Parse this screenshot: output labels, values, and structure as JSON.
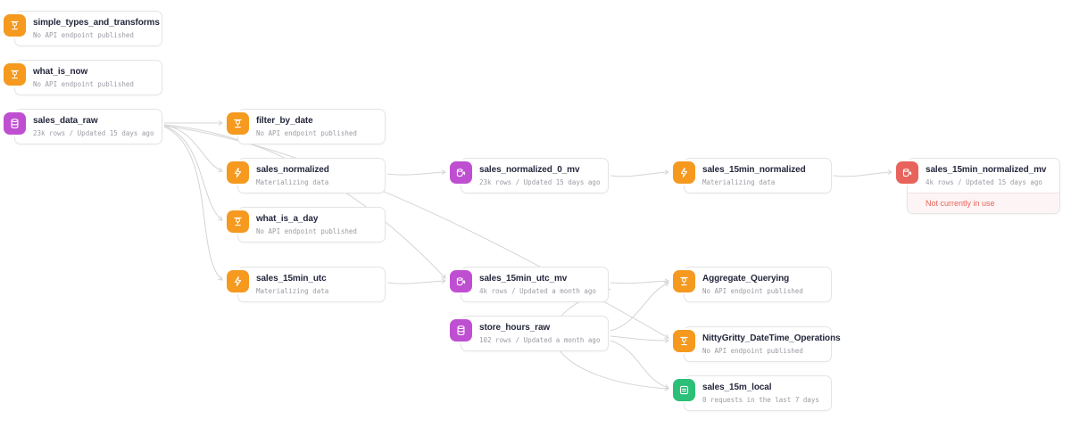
{
  "colors": {
    "pipe": "#f5991f",
    "datasource": "#bf4fd1",
    "materialized_view": "#bf4fd1",
    "materialized_view_unused": "#e7635b",
    "endpoint": "#2bbf77",
    "edge": "#d5d5d8",
    "warning_text": "#e7635b",
    "warning_bg": "#fdf5f5"
  },
  "nodes": {
    "simple_types_and_transforms": {
      "title": "simple_types_and_transforms",
      "meta": "No API endpoint published",
      "type": "pipe"
    },
    "what_is_now": {
      "title": "what_is_now",
      "meta": "No API endpoint published",
      "type": "pipe"
    },
    "sales_data_raw": {
      "title": "sales_data_raw",
      "meta": "23k rows / Updated 15 days ago",
      "type": "datasource"
    },
    "filter_by_date": {
      "title": "filter_by_date",
      "meta": "No API endpoint published",
      "type": "pipe"
    },
    "sales_normalized": {
      "title": "sales_normalized",
      "meta": "Materializing data",
      "type": "materializing-pipe"
    },
    "what_is_a_day": {
      "title": "what_is_a_day",
      "meta": "No API endpoint published",
      "type": "pipe"
    },
    "sales_15min_utc": {
      "title": "sales_15min_utc",
      "meta": "Materializing data",
      "type": "materializing-pipe"
    },
    "sales_normalized_0_mv": {
      "title": "sales_normalized_0_mv",
      "meta": "23k rows / Updated 15 days ago",
      "type": "materialized-view"
    },
    "sales_15min_utc_mv": {
      "title": "sales_15min_utc_mv",
      "meta": "4k rows / Updated a month ago",
      "type": "materialized-view"
    },
    "store_hours_raw": {
      "title": "store_hours_raw",
      "meta": "102 rows / Updated a month ago",
      "type": "datasource"
    },
    "sales_15min_normalized": {
      "title": "sales_15min_normalized",
      "meta": "Materializing data",
      "type": "materializing-pipe"
    },
    "Aggregate_Querying": {
      "title": "Aggregate_Querying",
      "meta": "No API endpoint published",
      "type": "pipe"
    },
    "NittyGritty_DateTime_Operations": {
      "title": "NittyGritty_DateTime_Operations",
      "meta": "No API endpoint published",
      "type": "pipe"
    },
    "sales_15m_local": {
      "title": "sales_15m_local",
      "meta": "0 requests in the last 7 days",
      "type": "endpoint"
    },
    "sales_15min_normalized_mv": {
      "title": "sales_15min_normalized_mv",
      "meta": "4k rows / Updated 15 days ago",
      "type": "materialized-view-unused",
      "warning": "Not currently in use"
    }
  },
  "edges": [
    {
      "from": "sales_data_raw",
      "to": "filter_by_date"
    },
    {
      "from": "sales_data_raw",
      "to": "sales_normalized"
    },
    {
      "from": "sales_data_raw",
      "to": "what_is_a_day"
    },
    {
      "from": "sales_data_raw",
      "to": "sales_15min_utc"
    },
    {
      "from": "sales_data_raw",
      "to": "sales_15min_utc_mv"
    },
    {
      "from": "sales_data_raw",
      "to": "NittyGritty_DateTime_Operations"
    },
    {
      "from": "sales_normalized",
      "to": "sales_normalized_0_mv"
    },
    {
      "from": "sales_normalized_0_mv",
      "to": "sales_15min_normalized"
    },
    {
      "from": "sales_15min_normalized",
      "to": "sales_15min_normalized_mv"
    },
    {
      "from": "sales_15min_utc",
      "to": "sales_15min_utc_mv"
    },
    {
      "from": "sales_15min_utc_mv",
      "to": "Aggregate_Querying"
    },
    {
      "from": "sales_15min_utc_mv",
      "to": "sales_15m_local"
    },
    {
      "from": "store_hours_raw",
      "to": "Aggregate_Querying"
    },
    {
      "from": "store_hours_raw",
      "to": "NittyGritty_DateTime_Operations"
    },
    {
      "from": "store_hours_raw",
      "to": "sales_15m_local"
    }
  ]
}
